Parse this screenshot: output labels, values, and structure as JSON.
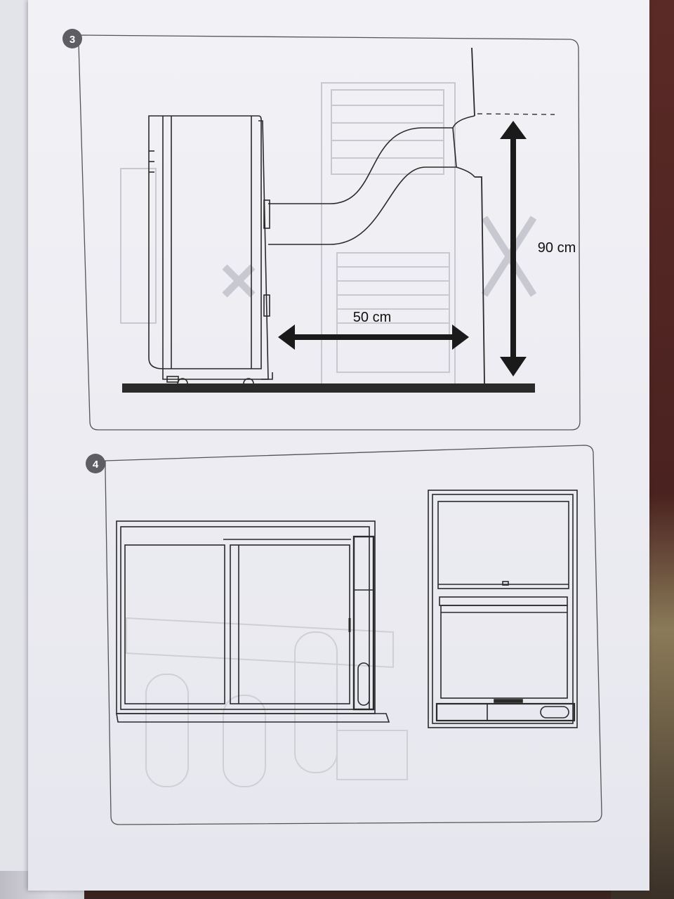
{
  "steps": [
    {
      "number": "3",
      "labels": {
        "depth": "50 cm",
        "height": "90 cm"
      }
    },
    {
      "number": "4"
    }
  ]
}
